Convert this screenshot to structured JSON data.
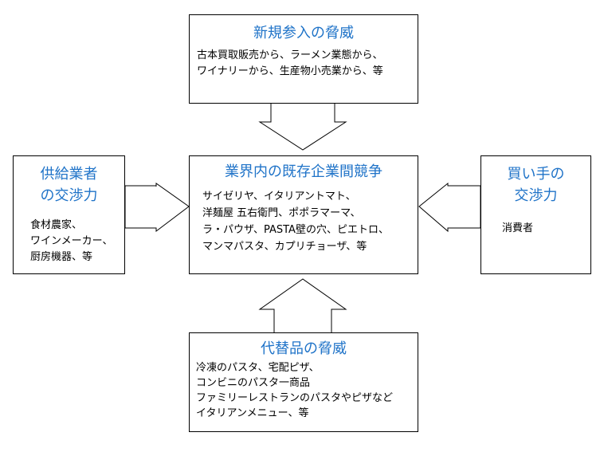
{
  "top": {
    "title": "新規参入の脅威",
    "lines": [
      "古本買取販売から、ラーメン業態から、",
      "ワイナリーから、生産物小売業から、等"
    ]
  },
  "center": {
    "title": "業界内の既存企業間競争",
    "lines": [
      "サイゼリヤ、イタリアントマト、",
      "洋麺屋 五右衛門、ポポラマーマ、",
      "ラ・パウザ、PASTA壁の穴、ピエトロ、",
      "マンマパスタ、カプリチョーザ、等"
    ]
  },
  "left": {
    "title_lines": [
      "供給業者",
      "の交渉力"
    ],
    "lines": [
      "食材農家、",
      "ワインメーカー、",
      "厨房機器、等"
    ]
  },
  "right": {
    "title_lines": [
      "買い手の",
      "交渉力"
    ],
    "lines": [
      "消費者"
    ]
  },
  "bottom": {
    "title": "代替品の脅威",
    "lines": [
      "冷凍のパスタ、宅配ピザ、",
      "コンビニのパスタ一商品",
      "ファミリーレストランのパスタやピザなど",
      "イタリアンメニュー、等"
    ]
  },
  "colors": {
    "title": "#1f73c8",
    "border": "#000000"
  }
}
